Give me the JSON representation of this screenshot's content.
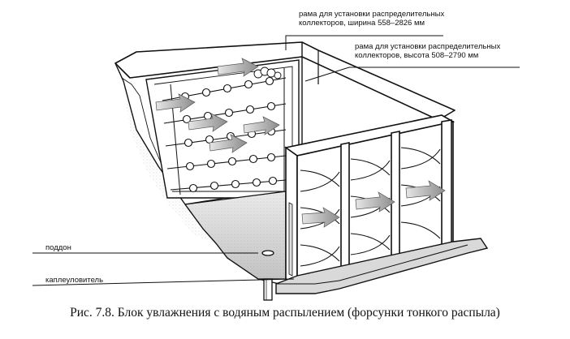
{
  "labels": {
    "frame_width_1": "рама для установки распределительных",
    "frame_width_2": "коллекторов, ширина 558–2826 мм",
    "frame_height_1": "рама для установки распределительных",
    "frame_height_2": "коллекторов, высота 508–2790 мм",
    "tray": "поддон",
    "droplet_catcher": "каплеуловитель"
  },
  "caption": "Рис. 7.8. Блок увлажнения с водяным распылением (форсунки тонкого распыла)",
  "colors": {
    "ink": "#111111",
    "arrow_fill": "#b4b4b4",
    "tray_fill": "#d6d6d6",
    "background": "#ffffff"
  }
}
